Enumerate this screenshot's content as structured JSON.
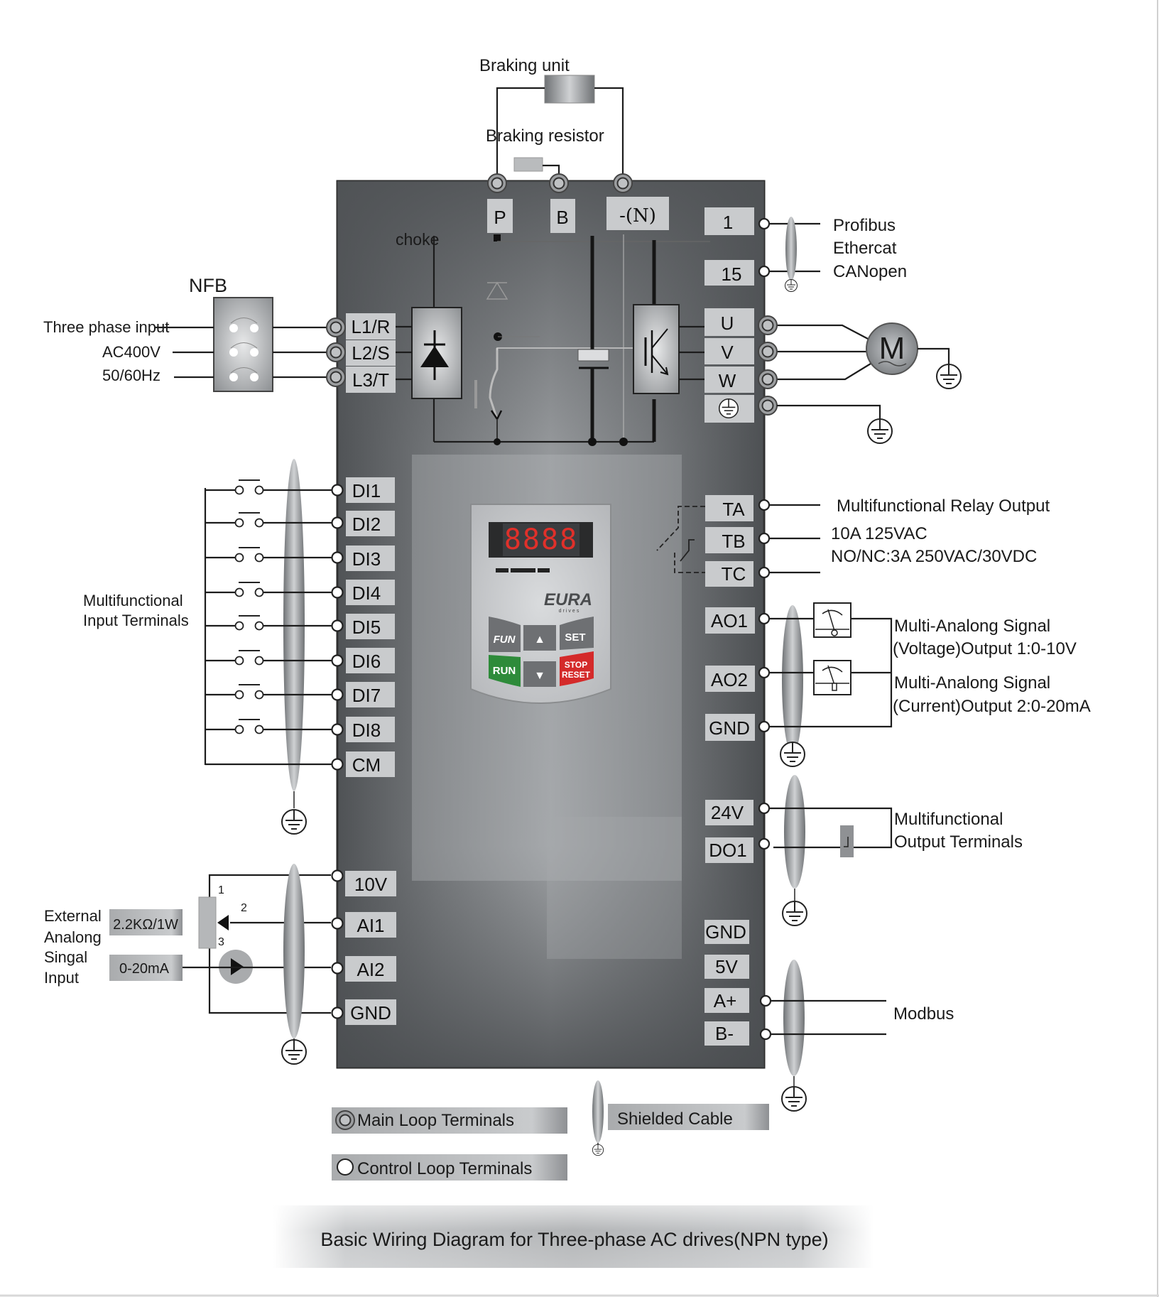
{
  "title": "Basic Wiring Diagram for Three-phase AC drives(NPN type)",
  "braking": {
    "unit_label": "Braking unit",
    "resistor_label": "Braking resistor"
  },
  "dc_terminals": [
    "P",
    "B",
    "-(N)"
  ],
  "choke_label": "choke",
  "power_input": {
    "breaker_label": "NFB",
    "lines": [
      "Three phase input",
      "AC400V",
      "50/60Hz"
    ],
    "terminals": [
      "L1/R",
      "L2/S",
      "L3/T"
    ]
  },
  "fieldbus": {
    "terminals": [
      "1",
      "15"
    ],
    "protocols": [
      "Profibus",
      "Ethercat",
      "CANopen"
    ]
  },
  "motor": {
    "terminals": [
      "U",
      "V",
      "W"
    ],
    "symbol": "M",
    "ground_terminal_icon": "ground-icon"
  },
  "digital_inputs": {
    "label_lines": [
      "Multifunctional",
      "Input Terminals"
    ],
    "terminals": [
      "DI1",
      "DI2",
      "DI3",
      "DI4",
      "DI5",
      "DI6",
      "DI7",
      "DI8",
      "CM"
    ]
  },
  "analog_inputs": {
    "label_lines": [
      "External",
      "Analong",
      "Singal",
      "Input"
    ],
    "potentiometer_value": "2.2KΩ/1W",
    "current_source_value": "0-20mA",
    "pot_pins": [
      "1",
      "2",
      "3"
    ],
    "terminals": [
      "10V",
      "AI1",
      "AI2",
      "GND"
    ]
  },
  "relay_output": {
    "terminals": [
      "TA",
      "TB",
      "TC"
    ],
    "label_lines": [
      "Multifunctional Relay Output",
      "10A 125VAC",
      "NO/NC:3A 250VAC/30VDC"
    ]
  },
  "analog_outputs": {
    "terminals": [
      "AO1",
      "AO2",
      "GND"
    ],
    "label_lines": [
      "Multi-Analong Signal",
      "(Voltage)Output 1:0-10V",
      "Multi-Analong Signal",
      "(Current)Output 2:0-20mA"
    ]
  },
  "digital_output": {
    "terminals": [
      "24V",
      "DO1"
    ],
    "label_lines": [
      "Multifunctional",
      "Output Terminals"
    ]
  },
  "modbus": {
    "terminals": [
      "GND",
      "5V",
      "A+",
      "B-"
    ],
    "label": "Modbus"
  },
  "keypad": {
    "display": "8888",
    "brand": "EURA",
    "brand_sub": "drives",
    "buttons": {
      "fun": "FUN",
      "up": "▲",
      "set": "SET",
      "run": "RUN",
      "down": "▼",
      "stop": "STOP",
      "reset": "RESET"
    },
    "colors": {
      "run": "#2e8b3a",
      "stop": "#d42a2a",
      "digits": "#e0302a",
      "key": "#6e7073"
    }
  },
  "legend": {
    "main_loop": "Main Loop Terminals",
    "control_loop": "Control Loop Terminals",
    "shielded_cable": "Shielded Cable"
  }
}
